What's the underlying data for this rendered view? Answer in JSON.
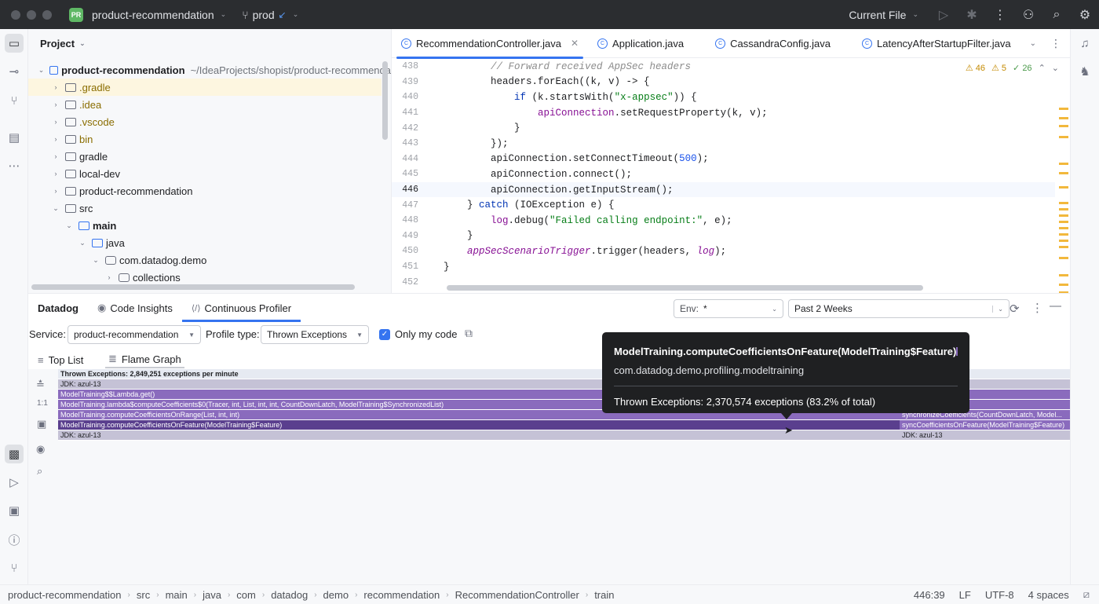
{
  "titlebar": {
    "project_badge": "PR",
    "project": "product-recommendation",
    "branch": "prod",
    "run_config": "Current File"
  },
  "project_panel": {
    "title": "Project",
    "root": {
      "name": "product-recommendation",
      "path": "~/IdeaProjects/shopist/product-recommenda"
    },
    "items": [
      ".gradle",
      ".idea",
      ".vscode",
      "bin",
      "gradle",
      "local-dev",
      "product-recommendation",
      "src",
      "main",
      "java",
      "com.datadog.demo",
      "collections"
    ]
  },
  "editor": {
    "tabs": [
      "RecommendationController.java",
      "Application.java",
      "CassandraConfig.java",
      "LatencyAfterStartupFilter.java"
    ],
    "inspections": {
      "warnings": "46",
      "weak": "5",
      "ok": "26"
    },
    "lines": [
      {
        "n": "438",
        "text": "        // Forward received AppSec headers"
      },
      {
        "n": "439",
        "text": "        headers.forEach((k, v) -> {"
      },
      {
        "n": "440",
        "text": "            if (k.startsWith(\"x-appsec\")) {"
      },
      {
        "n": "441",
        "text": "                apiConnection.setRequestProperty(k, v);"
      },
      {
        "n": "442",
        "text": "            }"
      },
      {
        "n": "443",
        "text": "        });"
      },
      {
        "n": "444",
        "text": "        apiConnection.setConnectTimeout(500);"
      },
      {
        "n": "445",
        "text": "        apiConnection.connect();"
      },
      {
        "n": "446",
        "text": "        apiConnection.getInputStream();"
      },
      {
        "n": "447",
        "text": "    } catch (IOException e) {"
      },
      {
        "n": "448",
        "text": "        log.debug(\"Failed calling endpoint:\", e);"
      },
      {
        "n": "449",
        "text": "    }"
      },
      {
        "n": "450",
        "text": "    appSecScenarioTrigger.trigger(headers, log);"
      },
      {
        "n": "451",
        "text": "}"
      },
      {
        "n": "452",
        "text": ""
      }
    ]
  },
  "datadog": {
    "title": "Datadog",
    "tabs": [
      "Code Insights",
      "Continuous Profiler"
    ],
    "env_label": "Env:",
    "env_value": "*",
    "time_range": "Past 2 Weeks",
    "service_label": "Service:",
    "service_value": "product-recommendation",
    "profile_type_label": "Profile type:",
    "profile_type_value": "Thrown Exceptions",
    "only_my_code": "Only my code",
    "view_tabs": [
      "Top List",
      "Flame Graph"
    ],
    "flame": [
      {
        "label": "Thrown Exceptions: 2,849,251 exceptions per minute",
        "color": "#e6eaf2",
        "text_color": "#1e1f22",
        "bold": true
      },
      {
        "label": "JDK: azul-13",
        "color": "#c5c2d6",
        "text_color": "#1e1f22"
      },
      {
        "label": "ModelTraining$$Lambda.get()",
        "color": "#8a6bbd"
      },
      {
        "label": "ModelTraining.lambda$computeCoefficients$0(Tracer, int, List, int, int, CountDownLatch, ModelTraining$SynchronizedList)",
        "color": "#8a6bbd"
      },
      {
        "label": "ModelTraining.computeCoefficientsOnRange(List, int, int)",
        "color": "#8a6bbd"
      },
      {
        "label": "ModelTraining.computeCoefficientsOnFeature(ModelTraining$Feature)",
        "color": "#5a3f8e"
      },
      {
        "label": "JDK: azul-13",
        "color": "#c5c2d6",
        "text_color": "#1e1f22"
      }
    ],
    "flame_right": [
      "synchronizeCoefficients(CountDownLatch, Model...",
      "syncCoefficientsOnFeature(ModelTraining$Feature)",
      "JDK: azul-13"
    ],
    "tooltip": {
      "method": "ModelTraining.computeCoefficientsOnFeature(ModelTraining$Feature)",
      "package": "com.datadog.demo.profiling.modeltraining",
      "stat": "Thrown Exceptions: 2,370,574 exceptions (83.2% of total)"
    }
  },
  "statusbar": {
    "crumbs": [
      "product-recommendation",
      "src",
      "main",
      "java",
      "com",
      "datadog",
      "demo",
      "recommendation",
      "RecommendationController",
      "train"
    ],
    "position": "446:39",
    "line_sep": "LF",
    "encoding": "UTF-8",
    "indent": "4 spaces"
  }
}
